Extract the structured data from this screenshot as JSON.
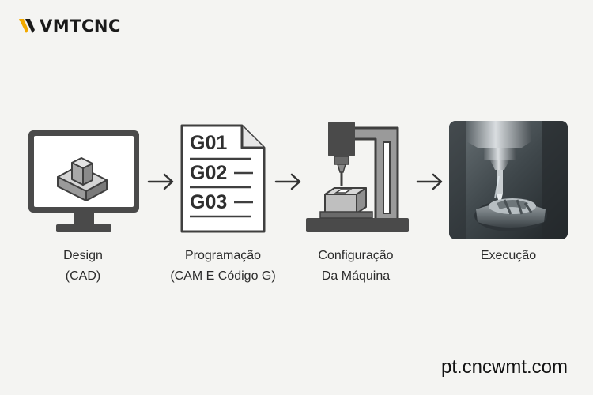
{
  "brand": {
    "name": "VMTCNC",
    "logo_mark_color": "#f2a900"
  },
  "steps": [
    {
      "icon": "monitor-cad-icon",
      "line1": "Design",
      "line2": "(CAD)"
    },
    {
      "icon": "gcode-document-icon",
      "line1": "Programação",
      "line2": "(CAM E Código G)",
      "code_lines": [
        "G01",
        "G02",
        "G03"
      ]
    },
    {
      "icon": "cnc-machine-icon",
      "line1": "Configuração",
      "line2": "Da Máquina"
    },
    {
      "icon": "machining-photo",
      "line1": "Execução",
      "line2": ""
    }
  ],
  "website": "pt.cncwmt.com"
}
